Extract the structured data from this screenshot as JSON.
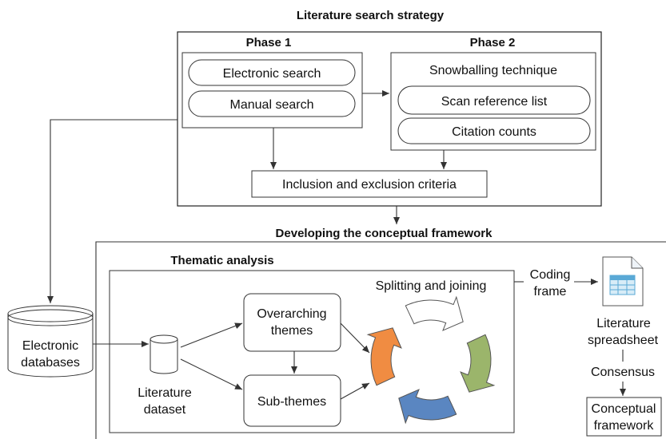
{
  "literature_search": {
    "title": "Literature search strategy",
    "phase1": {
      "label": "Phase 1",
      "items": [
        "Electronic search",
        "Manual search"
      ]
    },
    "phase2": {
      "label": "Phase 2",
      "technique": "Snowballing technique",
      "items": [
        "Scan reference list",
        "Citation counts"
      ]
    },
    "criteria": "Inclusion and exclusion criteria"
  },
  "framework": {
    "title": "Developing the conceptual framework",
    "thematic": {
      "label": "Thematic analysis",
      "themes": [
        "Overarching",
        "themes"
      ],
      "sub_themes": "Sub-themes",
      "cycle_label": "Splitting and joining",
      "dataset": [
        "Literature",
        "dataset"
      ]
    },
    "coding_frame": [
      "Coding",
      "frame"
    ],
    "spreadsheet": [
      "Literature",
      "spreadsheet"
    ],
    "consensus": "Consensus",
    "conceptual": [
      "Conceptual",
      "framework"
    ]
  },
  "databases": [
    "Electronic",
    "databases"
  ],
  "colors": {
    "orange": "#f08c42",
    "green": "#9bb56b",
    "blue": "#5a86c1",
    "white": "#ffffff",
    "spreadsheet_accent": "#5aa9d6"
  }
}
